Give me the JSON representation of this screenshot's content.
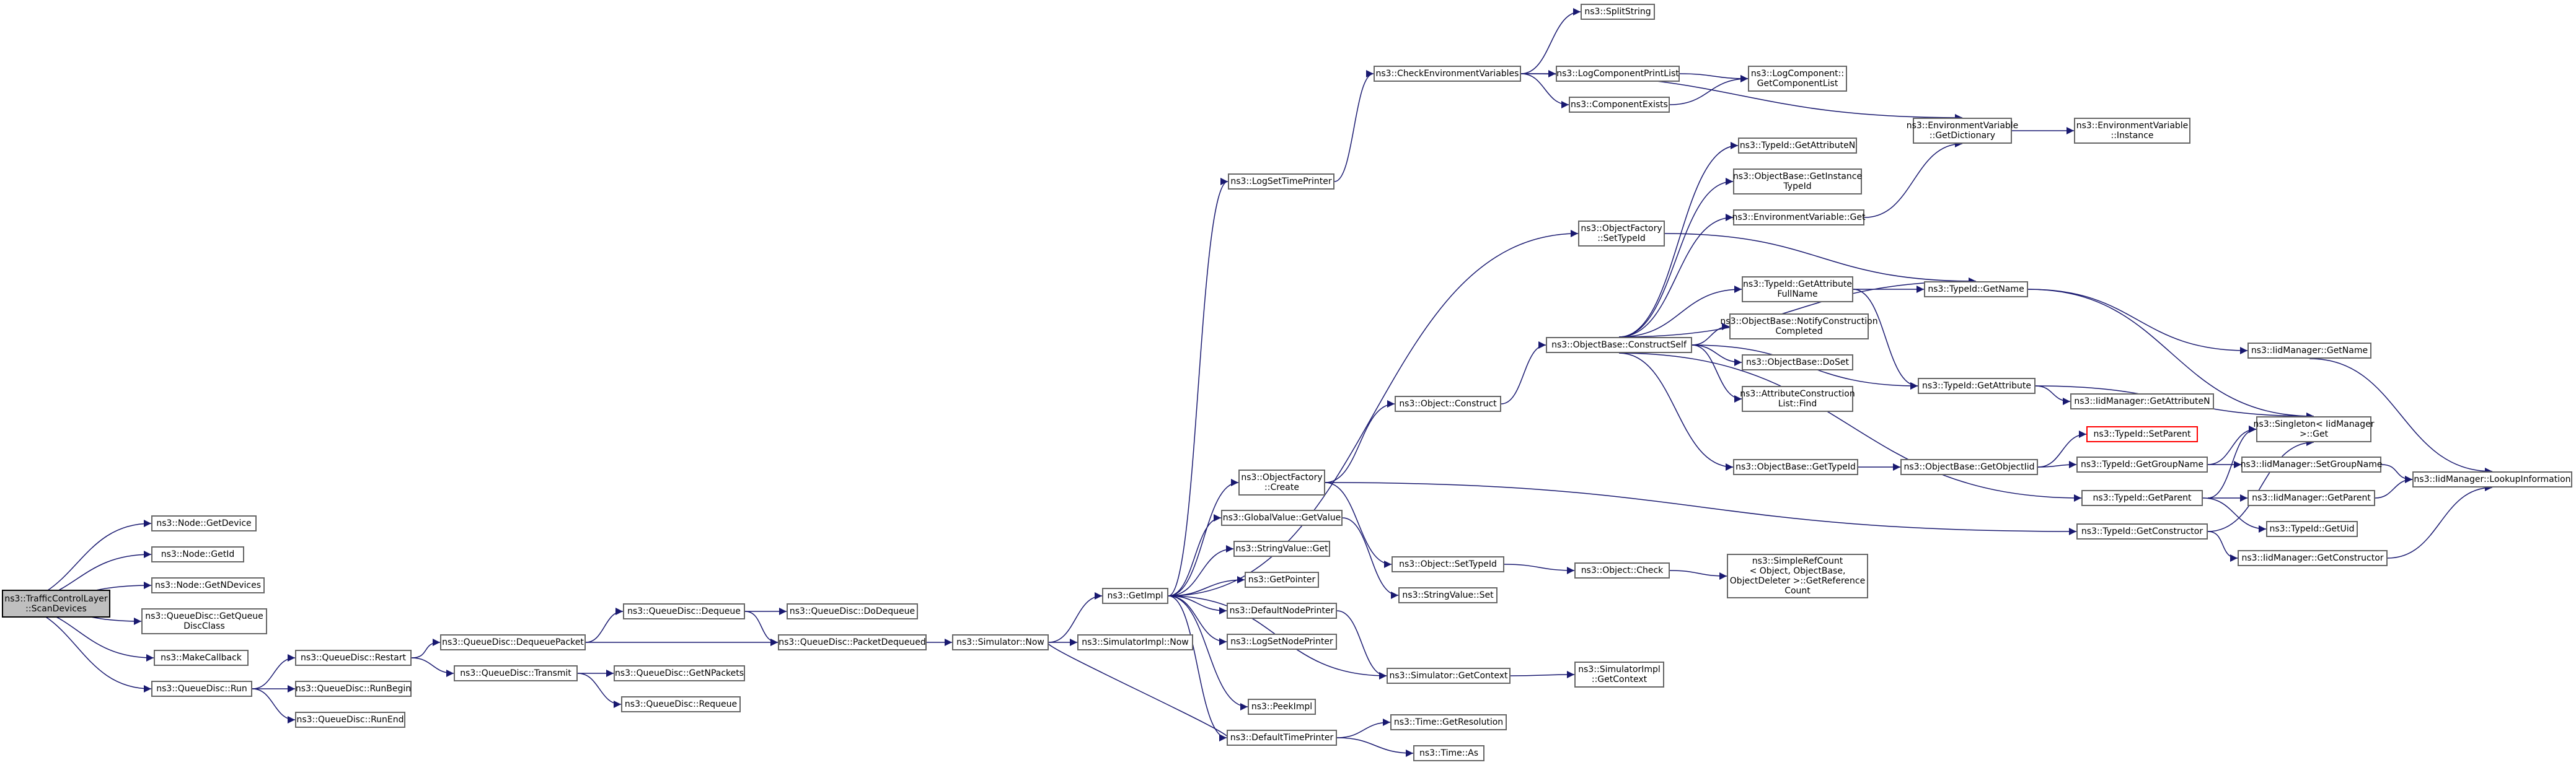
{
  "colors": {
    "edge": "#191970",
    "node_border": "#666666",
    "root_fill": "#bfbfbf",
    "highlight_border": "#ff0000"
  },
  "nodes": {
    "scan_devices": {
      "lines": [
        "ns3::TrafficControlLayer",
        "::ScanDevices"
      ]
    },
    "node_get_device": {
      "lines": [
        "ns3::Node::GetDevice"
      ]
    },
    "node_get_id": {
      "lines": [
        "ns3::Node::GetId"
      ]
    },
    "node_get_ndevices": {
      "lines": [
        "ns3::Node::GetNDevices"
      ]
    },
    "qd_get_queue_disc_class": {
      "lines": [
        "ns3::QueueDisc::GetQueue",
        "DiscClass"
      ]
    },
    "make_callback": {
      "lines": [
        "ns3::MakeCallback"
      ]
    },
    "qd_run": {
      "lines": [
        "ns3::QueueDisc::Run"
      ]
    },
    "qd_restart": {
      "lines": [
        "ns3::QueueDisc::Restart"
      ]
    },
    "qd_run_begin": {
      "lines": [
        "ns3::QueueDisc::RunBegin"
      ]
    },
    "qd_run_end": {
      "lines": [
        "ns3::QueueDisc::RunEnd"
      ]
    },
    "qd_dequeue_packet": {
      "lines": [
        "ns3::QueueDisc::DequeuePacket"
      ]
    },
    "qd_transmit": {
      "lines": [
        "ns3::QueueDisc::Transmit"
      ]
    },
    "qd_dequeue": {
      "lines": [
        "ns3::QueueDisc::Dequeue"
      ]
    },
    "qd_do_dequeue": {
      "lines": [
        "ns3::QueueDisc::DoDequeue"
      ]
    },
    "qd_packet_dequeued": {
      "lines": [
        "ns3::QueueDisc::PacketDequeued"
      ]
    },
    "qd_get_npackets": {
      "lines": [
        "ns3::QueueDisc::GetNPackets"
      ]
    },
    "qd_requeue": {
      "lines": [
        "ns3::QueueDisc::Requeue"
      ]
    },
    "sim_now": {
      "lines": [
        "ns3::Simulator::Now"
      ]
    },
    "simimpl_now": {
      "lines": [
        "ns3::SimulatorImpl::Now"
      ]
    },
    "get_impl": {
      "lines": [
        "ns3::GetImpl"
      ]
    },
    "log_set_time_printer": {
      "lines": [
        "ns3::LogSetTimePrinter"
      ]
    },
    "check_env_vars": {
      "lines": [
        "ns3::CheckEnvironmentVariables"
      ]
    },
    "split_string": {
      "lines": [
        "ns3::SplitString"
      ]
    },
    "log_component_print_list": {
      "lines": [
        "ns3::LogComponentPrintList"
      ]
    },
    "component_exists": {
      "lines": [
        "ns3::ComponentExists"
      ]
    },
    "log_component_get_list": {
      "lines": [
        "ns3::LogComponent::",
        "GetComponentList"
      ]
    },
    "env_get_dictionary": {
      "lines": [
        "ns3::EnvironmentVariable",
        "::GetDictionary"
      ]
    },
    "env_instance": {
      "lines": [
        "ns3::EnvironmentVariable",
        "::Instance"
      ]
    },
    "object_factory_set_typeid": {
      "lines": [
        "ns3::ObjectFactory",
        "::SetTypeId"
      ]
    },
    "object_factory_create": {
      "lines": [
        "ns3::ObjectFactory",
        "::Create"
      ]
    },
    "global_value_get_value": {
      "lines": [
        "ns3::GlobalValue::GetValue"
      ]
    },
    "string_value_get": {
      "lines": [
        "ns3::StringValue::Get"
      ]
    },
    "get_pointer": {
      "lines": [
        "ns3::GetPointer"
      ]
    },
    "default_node_printer": {
      "lines": [
        "ns3::DefaultNodePrinter"
      ]
    },
    "log_set_node_printer": {
      "lines": [
        "ns3::LogSetNodePrinter"
      ]
    },
    "peek_impl": {
      "lines": [
        "ns3::PeekImpl"
      ]
    },
    "default_time_printer": {
      "lines": [
        "ns3::DefaultTimePrinter"
      ]
    },
    "object_construct": {
      "lines": [
        "ns3::Object::Construct"
      ]
    },
    "object_set_typeid": {
      "lines": [
        "ns3::Object::SetTypeId"
      ]
    },
    "string_value_set": {
      "lines": [
        "ns3::StringValue::Set"
      ]
    },
    "object_check": {
      "lines": [
        "ns3::Object::Check"
      ]
    },
    "simple_ref_count": {
      "lines": [
        "ns3::SimpleRefCount",
        "< Object, ObjectBase,",
        "ObjectDeleter >::GetReference",
        "Count"
      ]
    },
    "sim_get_context": {
      "lines": [
        "ns3::Simulator::GetContext"
      ]
    },
    "simimpl_get_context": {
      "lines": [
        "ns3::SimulatorImpl",
        "::GetContext"
      ]
    },
    "time_get_resolution": {
      "lines": [
        "ns3::Time::GetResolution"
      ]
    },
    "time_as": {
      "lines": [
        "ns3::Time::As"
      ]
    },
    "ob_construct_self": {
      "lines": [
        "ns3::ObjectBase::ConstructSelf"
      ]
    },
    "typeid_get_attribute_n": {
      "lines": [
        "ns3::TypeId::GetAttributeN"
      ]
    },
    "ob_get_instance_typeid": {
      "lines": [
        "ns3::ObjectBase::GetInstance",
        "TypeId"
      ]
    },
    "env_get": {
      "lines": [
        "ns3::EnvironmentVariable::Get"
      ]
    },
    "typeid_get_attribute_full_name": {
      "lines": [
        "ns3::TypeId::GetAttribute",
        "FullName"
      ]
    },
    "ob_notify_construction_completed": {
      "lines": [
        "ns3::ObjectBase::NotifyConstruction",
        "Completed"
      ]
    },
    "ob_do_set": {
      "lines": [
        "ns3::ObjectBase::DoSet"
      ]
    },
    "attr_construction_list_find": {
      "lines": [
        "ns3::AttributeConstruction",
        "List::Find"
      ]
    },
    "ob_get_typeid": {
      "lines": [
        "ns3::ObjectBase::GetTypeId"
      ]
    },
    "ob_get_object_iid": {
      "lines": [
        "ns3::ObjectBase::GetObjectIid"
      ]
    },
    "typeid_get_name": {
      "lines": [
        "ns3::TypeId::GetName"
      ]
    },
    "typeid_get_attribute": {
      "lines": [
        "ns3::TypeId::GetAttribute"
      ]
    },
    "typeid_set_parent": {
      "lines": [
        "ns3::TypeId::SetParent"
      ]
    },
    "typeid_get_group_name": {
      "lines": [
        "ns3::TypeId::GetGroupName"
      ]
    },
    "typeid_get_parent": {
      "lines": [
        "ns3::TypeId::GetParent"
      ]
    },
    "typeid_get_constructor": {
      "lines": [
        "ns3::TypeId::GetConstructor"
      ]
    },
    "typeid_get_uid": {
      "lines": [
        "ns3::TypeId::GetUid"
      ]
    },
    "iidm_get_name": {
      "lines": [
        "ns3::IidManager::GetName"
      ]
    },
    "iidm_get_attribute_n": {
      "lines": [
        "ns3::IidManager::GetAttributeN"
      ]
    },
    "singleton_get": {
      "lines": [
        "ns3::Singleton< IidManager",
        ">::Get"
      ]
    },
    "iidm_set_group_name": {
      "lines": [
        "ns3::IidManager::SetGroupName"
      ]
    },
    "iidm_get_parent": {
      "lines": [
        "ns3::IidManager::GetParent"
      ]
    },
    "iidm_get_constructor": {
      "lines": [
        "ns3::IidManager::GetConstructor"
      ]
    },
    "iidm_lookup_information": {
      "lines": [
        "ns3::IidManager::LookupInformation"
      ]
    }
  }
}
